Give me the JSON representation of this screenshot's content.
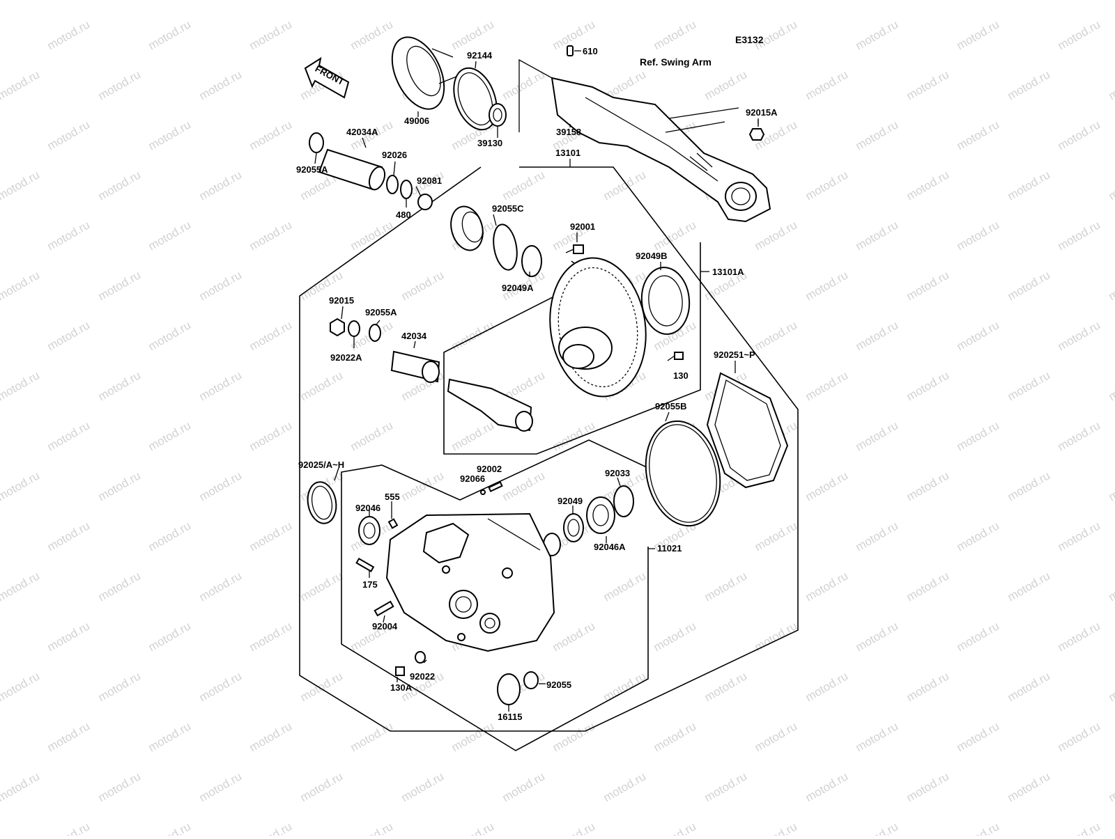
{
  "diagram_code": "E3132",
  "reference_note": "Ref. Swing Arm",
  "front_arrow": "FRONT",
  "watermark": "motod.ru",
  "colors": {
    "ink": "#000000",
    "watermark": "#d2d2d2",
    "paper": "#ffffff"
  },
  "parts": {
    "p610": "610",
    "p92144": "92144",
    "p49006": "49006",
    "p39130": "39130",
    "p39158": "39158",
    "p13101": "13101",
    "p92015A": "92015A",
    "p42034A": "42034A",
    "p92055A_top": "92055A",
    "p92026": "92026",
    "p92081": "92081",
    "p480": "480",
    "p92055C": "92055C",
    "p92001": "92001",
    "p92049B": "92049B",
    "p13101A": "13101A",
    "p92049A": "92049A",
    "p92015": "92015",
    "p92055A_mid": "92055A",
    "p42034": "42034",
    "p92022A": "92022A",
    "p130": "130",
    "p92025P": "920251~P",
    "p92055B": "92055B",
    "p92025AH": "92025/A~H",
    "p92002": "92002",
    "p92066": "92066",
    "p92033": "92033",
    "p555": "555",
    "p92046": "92046",
    "p92049": "92049",
    "p92046A": "92046A",
    "p11021": "11021",
    "p175": "175",
    "p92004": "92004",
    "p92022": "92022",
    "p130A": "130A",
    "p92055": "92055",
    "p16115": "16115"
  }
}
